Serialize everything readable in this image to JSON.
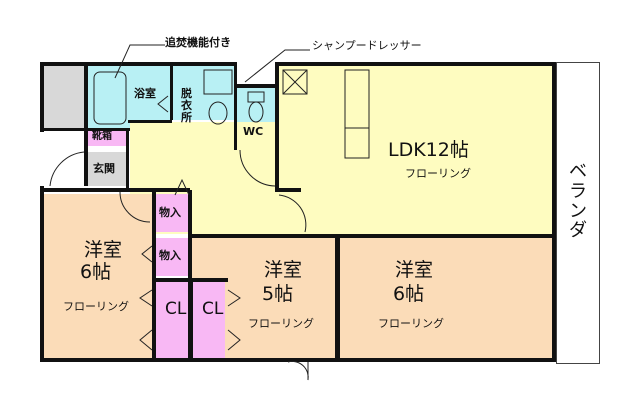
{
  "annotations": {
    "reheat": "追焚機能付き",
    "dresser": "シャンプードレッサー"
  },
  "rooms": {
    "bath": "浴室",
    "dressing": "脱衣所",
    "wc": "WC",
    "shoebox": "靴箱",
    "entrance": "玄関",
    "ldk": {
      "name": "LDK12帖",
      "floor": "フローリング"
    },
    "western_left": {
      "name": "洋室",
      "size": "6帖",
      "floor": "フローリング"
    },
    "western_mid": {
      "name": "洋室",
      "size": "5帖",
      "floor": "フローリング"
    },
    "western_right": {
      "name": "洋室",
      "size": "6帖",
      "floor": "フローリング"
    },
    "storage1": "物入",
    "storage2": "物入",
    "closet1": "CL",
    "closet2": "CL",
    "balcony": "ベランダ"
  },
  "colors": {
    "wet": "#b8f0f4",
    "ldk": "#fefcc0",
    "room": "#fbdcb8",
    "storage": "#f8b8f4",
    "entrance": "#d8d8d8"
  }
}
